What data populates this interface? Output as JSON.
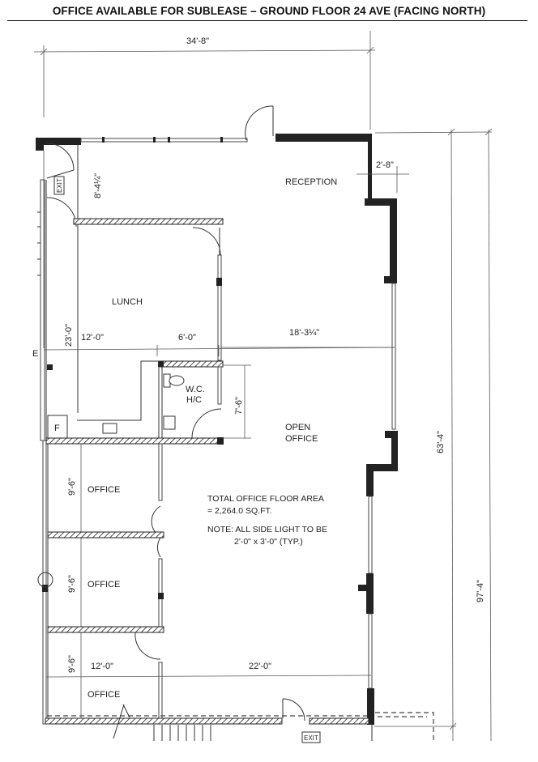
{
  "header": {
    "title": "OFFICE AVAILABLE FOR SUBLEASE – GROUND FLOOR 24 AVE (FACING NORTH)"
  },
  "rooms": {
    "reception": "RECEPTION",
    "lunch": "LUNCH",
    "wc_line1": "W.C.",
    "wc_line2": "H/C",
    "open_office_line1": "OPEN",
    "open_office_line2": "OFFICE",
    "office_1": "OFFICE",
    "office_2": "OFFICE",
    "office_3": "OFFICE",
    "fridge": "F"
  },
  "dimensions": {
    "overall_width": "34'-8\"",
    "exit_corridor": "8'-4¼\"",
    "bump_out": "2'-8\"",
    "lunch_width": "12'-0\"",
    "wc_width": "6'-0\"",
    "reception_width": "18'-3¼\"",
    "lunch_depth": "23'-0\"",
    "wc_depth": "7'-6\"",
    "office1_depth": "9'-6\"",
    "office2_depth": "9'-6\"",
    "office3_depth": "9'-6\"",
    "office_width": "12'-0\"",
    "open_width": "22'-0\"",
    "suite_depth": "63'-4\"",
    "building_depth": "97'-4\""
  },
  "notes": {
    "area_line1": "TOTAL OFFICE FLOOR AREA",
    "area_line2": "= 2,264.0   SQ.FT.",
    "note_line1": "NOTE: ALL SIDE LIGHT TO BE",
    "note_line2": "2'-0\" x 3'-0\" (TYP.)"
  },
  "signs": {
    "exit_top": "EXIT",
    "exit_bottom": "EXIT",
    "left_marker": "E"
  },
  "colors": {
    "ink": "#222222",
    "background": "#ffffff"
  }
}
